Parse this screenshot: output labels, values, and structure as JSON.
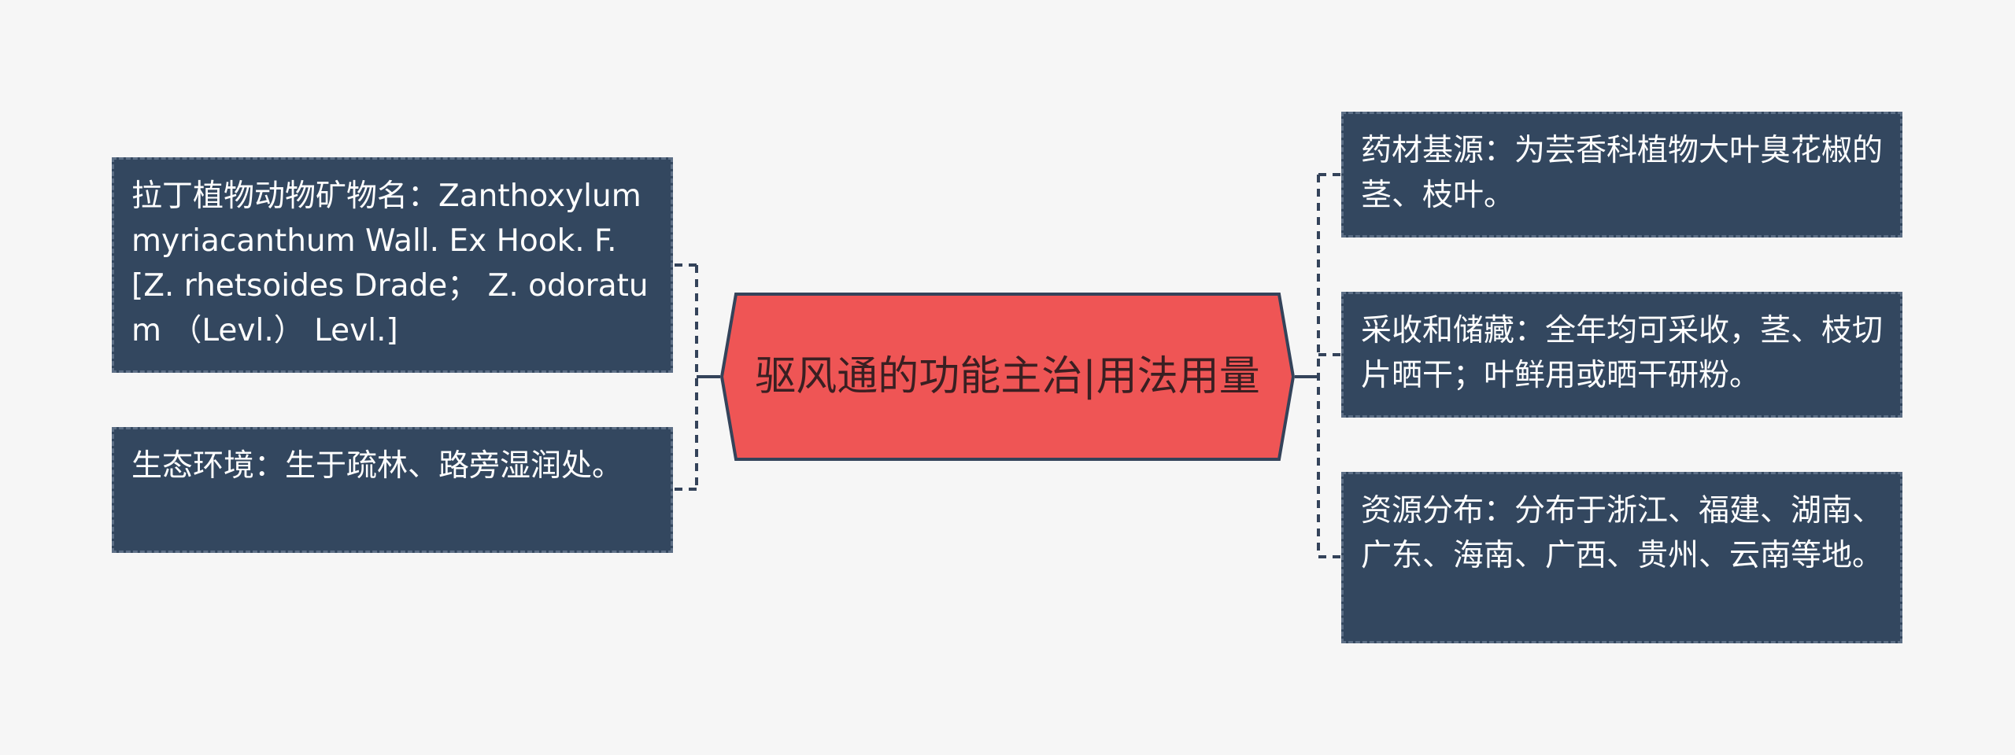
{
  "central_topic": "驱风通的功能主治|用法用量",
  "colors": {
    "background": "#f6f6f6",
    "central_fill": "#ef5555",
    "central_border": "#34435a",
    "node_fill": "#33475f",
    "node_border": "#5d6f86",
    "node_text": "#ffffff",
    "connector": "#34435a"
  },
  "left_nodes": [
    {
      "text": "拉丁植物动物矿物名：Zanthoxylum myriacanthum Wall. Ex Hook. F. [Z. rhetsoides Drade；  Z. odoratum （Levl.） Levl.]"
    },
    {
      "text": "生态环境：生于疏林、路旁湿润处。"
    }
  ],
  "right_nodes": [
    {
      "text": "药材基源：为芸香科植物大叶臭花椒的茎、枝叶。"
    },
    {
      "text": "采收和储藏：全年均可采收，茎、枝切片晒干；叶鲜用或晒干研粉。"
    },
    {
      "text": "资源分布：分布于浙江、福建、湖南、广东、海南、广西、贵州、云南等地。"
    }
  ]
}
